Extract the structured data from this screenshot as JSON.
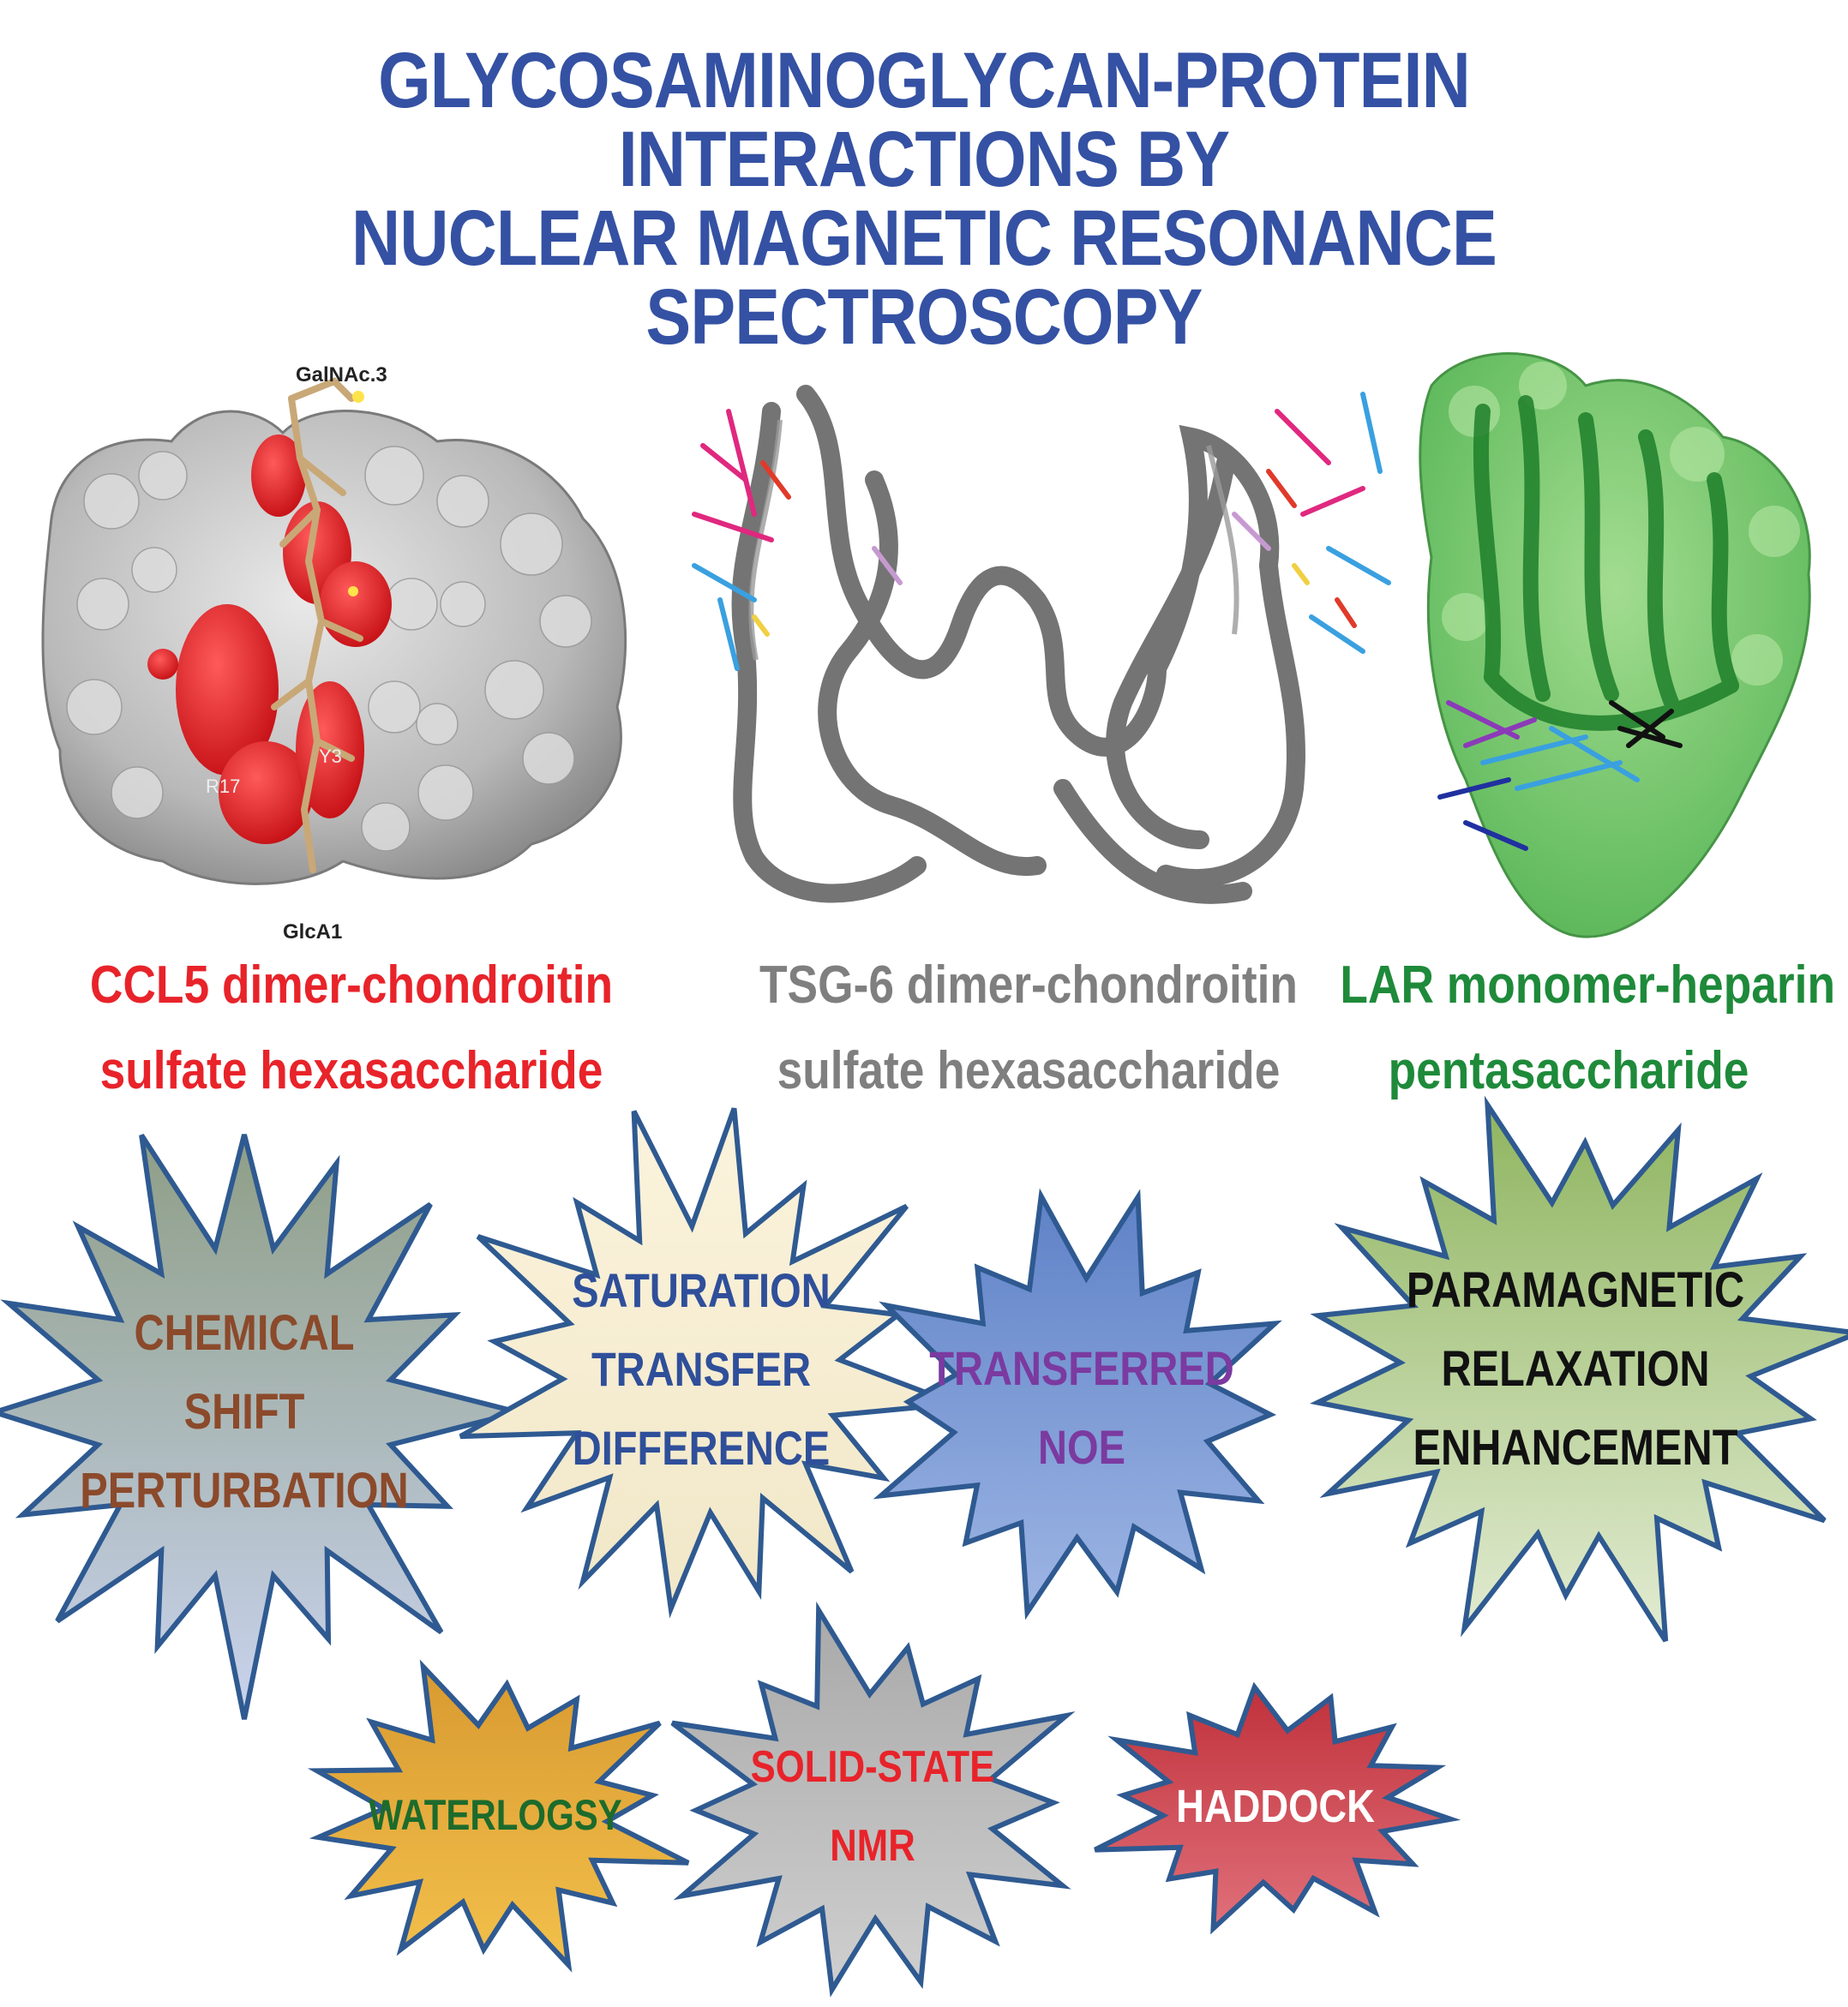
{
  "title": {
    "line1": "GLYCOSAMINOGLYCAN-PROTEIN INTERACTIONS BY",
    "line2": "NUCLEAR MAGNETIC RESONANCE SPECTROSCOPY",
    "color": "#3451a3"
  },
  "panels": [
    {
      "id": "ccl5",
      "caption_line1": "CCL5 dimer-chondroitin",
      "caption_line2": "sulfate hexasaccharide",
      "caption_color": "#e8232a",
      "labels": {
        "top": "GalNAc.3",
        "bottom": "GlcA1",
        "r17": "R17",
        "y3": "Y3"
      }
    },
    {
      "id": "tsg6",
      "caption_line1": "TSG-6 dimer-chondroitin",
      "caption_line2": "sulfate hexasaccharide",
      "caption_color": "#7f7f7f"
    },
    {
      "id": "lar",
      "caption_line1": "LAR monomer-heparin",
      "caption_line2": "pentasaccharide",
      "caption_color": "#1e8a3a"
    }
  ],
  "methods": [
    {
      "lines": [
        "CHEMICAL",
        "SHIFT",
        "PERTURBATION"
      ],
      "text_color": "#8b4a2b",
      "fill_top": "#8e9e86",
      "fill_bottom": "#c9d3ee"
    },
    {
      "lines": [
        "SATURATION",
        "TRANSFER",
        "DIFFERENCE"
      ],
      "text_color": "#2f4f9a",
      "fill_top": "#fbf3dc",
      "fill_bottom": "#f1e7c8"
    },
    {
      "lines": [
        "TRANSFERRED",
        "NOE"
      ],
      "text_color": "#7b3aa0",
      "fill_top": "#5f82c7",
      "fill_bottom": "#9db5e4"
    },
    {
      "lines": [
        "PARAMAGNETIC",
        "RELAXATION",
        "ENHANCEMENT"
      ],
      "text_color": "#111111",
      "fill_top": "#8fb560",
      "fill_bottom": "#e3ecd3"
    },
    {
      "lines": [
        "WATERLOGSY"
      ],
      "text_color": "#1d6b2c",
      "fill_top": "#d89a30",
      "fill_bottom": "#f3c04b"
    },
    {
      "lines": [
        "SOLID-STATE",
        "NMR"
      ],
      "text_color": "#e8232a",
      "fill_top": "#a9a9a9",
      "fill_bottom": "#cfcfcf"
    },
    {
      "lines": [
        "HADDOCK"
      ],
      "text_color": "#ffffff",
      "fill_top": "#c0313b",
      "fill_bottom": "#e0707a"
    }
  ]
}
